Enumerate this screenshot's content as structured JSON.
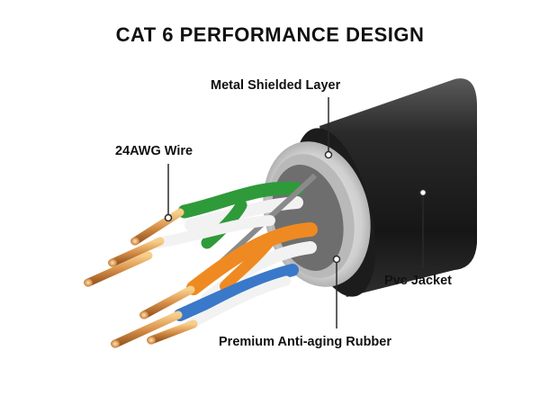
{
  "title": "CAT 6 PERFORMANCE DESIGN",
  "callouts": {
    "metal_shielded_layer": "Metal Shielded Layer",
    "awg_wire": "24AWG Wire",
    "pvc_jacket": "Pvc Jacket",
    "rubber": "Premium Anti-aging Rubber"
  },
  "colors": {
    "jacket": "#222222",
    "shield": "#c9c9c9",
    "copper": "#d9914a",
    "wire_green": "#2f9a3a",
    "wire_orange": "#ef8a22",
    "wire_blue": "#3a78c9",
    "wire_white": "#f2f2f2"
  }
}
